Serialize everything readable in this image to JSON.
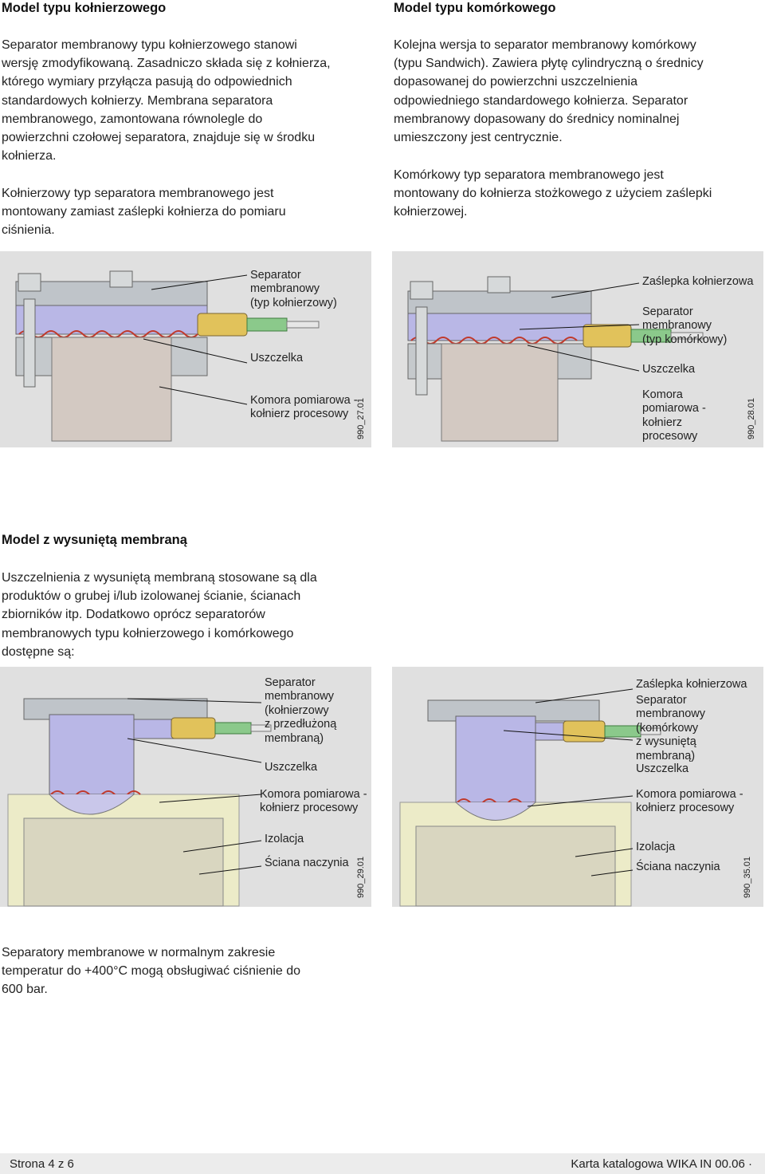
{
  "left_section": {
    "title": "Model typu kołnierzowego",
    "para1": [
      "Separator membranowy typu kołnierzowego stanowi",
      "wersję zmodyfikowaną. Zasadniczo składa się z kołnierza,",
      "którego wymiary przyłącza pasują do odpowiednich",
      "standardowych kołnierzy. Membrana separatora",
      "membranowego, zamontowana równolegle do",
      "powierzchni czołowej separatora, znajduje się w środku",
      "kołnierza."
    ],
    "para2": [
      "Kołnierzowy typ separatora membranowego jest",
      "montowany zamiast zaślepki kołnierza do pomiaru",
      "ciśnienia."
    ]
  },
  "right_section": {
    "title": "Model typu komórkowego",
    "para1": [
      "Kolejna wersja to separator membranowy komórkowy",
      "(typu Sandwich). Zawiera płytę cylindryczną o średnicy",
      "dopasowanej do powierzchni uszczelnienia",
      "odpowiedniego standardowego kołnierza. Separator",
      "membranowy dopasowany do średnicy nominalnej",
      "umieszczony jest centrycznie."
    ],
    "para2": [
      "Komórkowy typ separatora membranowego jest",
      "montowany do kołnierza stożkowego z użyciem zaślepki",
      "kołnierzowej."
    ]
  },
  "figure1": {
    "label_separator": [
      "Separator",
      "membranowy",
      "(typ kołnierzowy)"
    ],
    "label_gasket": [
      "Uszczelka"
    ],
    "label_chamber": [
      "Komora pomiarowa -",
      "kołnierz procesowy"
    ],
    "code": "990_27.01"
  },
  "figure2": {
    "label_blind": [
      "Zaślepka kołnierzowa"
    ],
    "label_separator": [
      "Separator",
      "membranowy",
      "(typ komórkowy)"
    ],
    "label_gasket": [
      "Uszczelka"
    ],
    "label_chamber": [
      "Komora",
      "pomiarowa -",
      "kołnierz",
      "procesowy"
    ],
    "code": "990_28.01"
  },
  "extended_section": {
    "title": "Model z wysuniętą membraną",
    "para": [
      "Uszczelnienia z wysuniętą membraną stosowane są dla",
      "produktów o grubej i/lub izolowanej ścianie, ścianach",
      "zbiorników itp. Dodatkowo oprócz separatorów",
      "membranowych typu kołnierzowego i komórkowego",
      "dostępne są:"
    ]
  },
  "figure3": {
    "label_separator": [
      "Separator",
      "membranowy",
      "(kołnierzowy",
      "z przedłużoną",
      "membraną)"
    ],
    "label_gasket": [
      "Uszczelka"
    ],
    "label_chamber": [
      "Komora pomiarowa -",
      "kołnierz procesowy"
    ],
    "label_insulation": [
      "Izolacja"
    ],
    "label_wall": [
      "Ściana naczynia"
    ],
    "code": "990_29.01"
  },
  "figure4": {
    "label_blind": [
      "Zaślepka kołnierzowa"
    ],
    "label_separator": [
      "Separator",
      "membranowy",
      "(komórkowy",
      "z wysuniętą",
      "membraną)"
    ],
    "label_gasket": [
      "Uszczelka"
    ],
    "label_chamber": [
      "Komora pomiarowa -",
      "kołnierz procesowy"
    ],
    "label_insulation": [
      "Izolacja"
    ],
    "label_wall": [
      "Ściana naczynia"
    ],
    "code": "990_35.01"
  },
  "closing_para": [
    "Separatory membranowe w normalnym zakresie",
    "temperatur do +400°C mogą obsługiwać ciśnienie do",
    "600 bar."
  ],
  "footer": {
    "left": "Strona 4 z 6",
    "right": "Karta katalogowa WIKA IN 00.06 ·"
  }
}
